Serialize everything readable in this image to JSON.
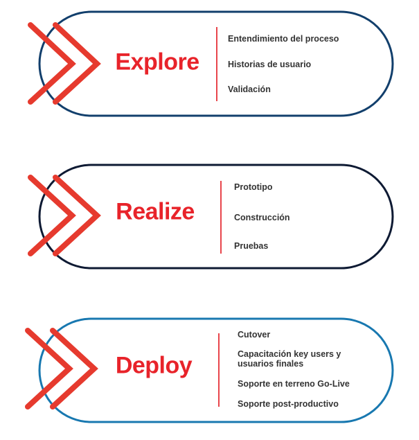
{
  "colors": {
    "chevron": "#e63a2e",
    "title": "#e8232a",
    "explore_border": "#123f6c",
    "realize_border": "#0e1a33",
    "deploy_border": "#1878b0",
    "divider": "#e8454b"
  },
  "phases": [
    {
      "title": "Explore",
      "items": [
        "Entendimiento del proceso",
        "Historias de usuario",
        "Validación"
      ]
    },
    {
      "title": "Realize",
      "items": [
        "Prototipo",
        "Construcción",
        "Pruebas"
      ]
    },
    {
      "title": "Deploy",
      "items": [
        "Cutover",
        "Capacitación key users y\nusuarios finales",
        "Soporte en terreno Go-Live",
        "Soporte post-productivo"
      ]
    }
  ]
}
